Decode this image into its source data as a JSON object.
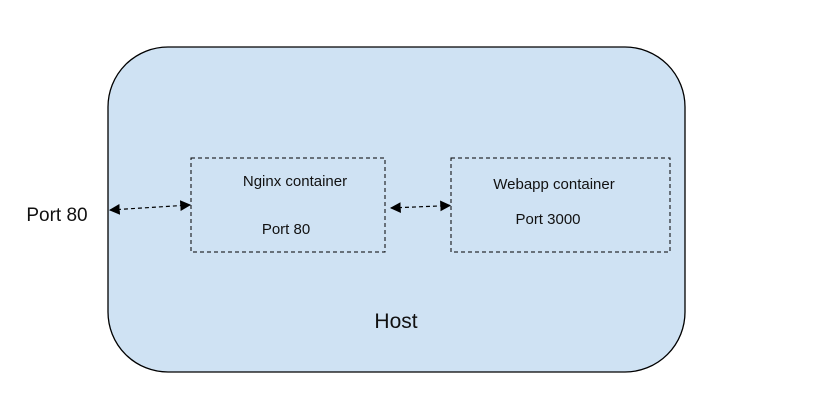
{
  "host": {
    "label": "Host",
    "fill": "#cfe2f3",
    "stroke": "#000000"
  },
  "external": {
    "port_label": "Port 80"
  },
  "containers": [
    {
      "name": "Nginx container",
      "port": "Port 80"
    },
    {
      "name": "Webapp container",
      "port": "Port 3000"
    }
  ],
  "connections": [
    {
      "from": "external-port",
      "to": "nginx-container",
      "style": "dashed",
      "arrows": "both"
    },
    {
      "from": "nginx-container",
      "to": "webapp-container",
      "style": "dashed",
      "arrows": "both"
    }
  ]
}
